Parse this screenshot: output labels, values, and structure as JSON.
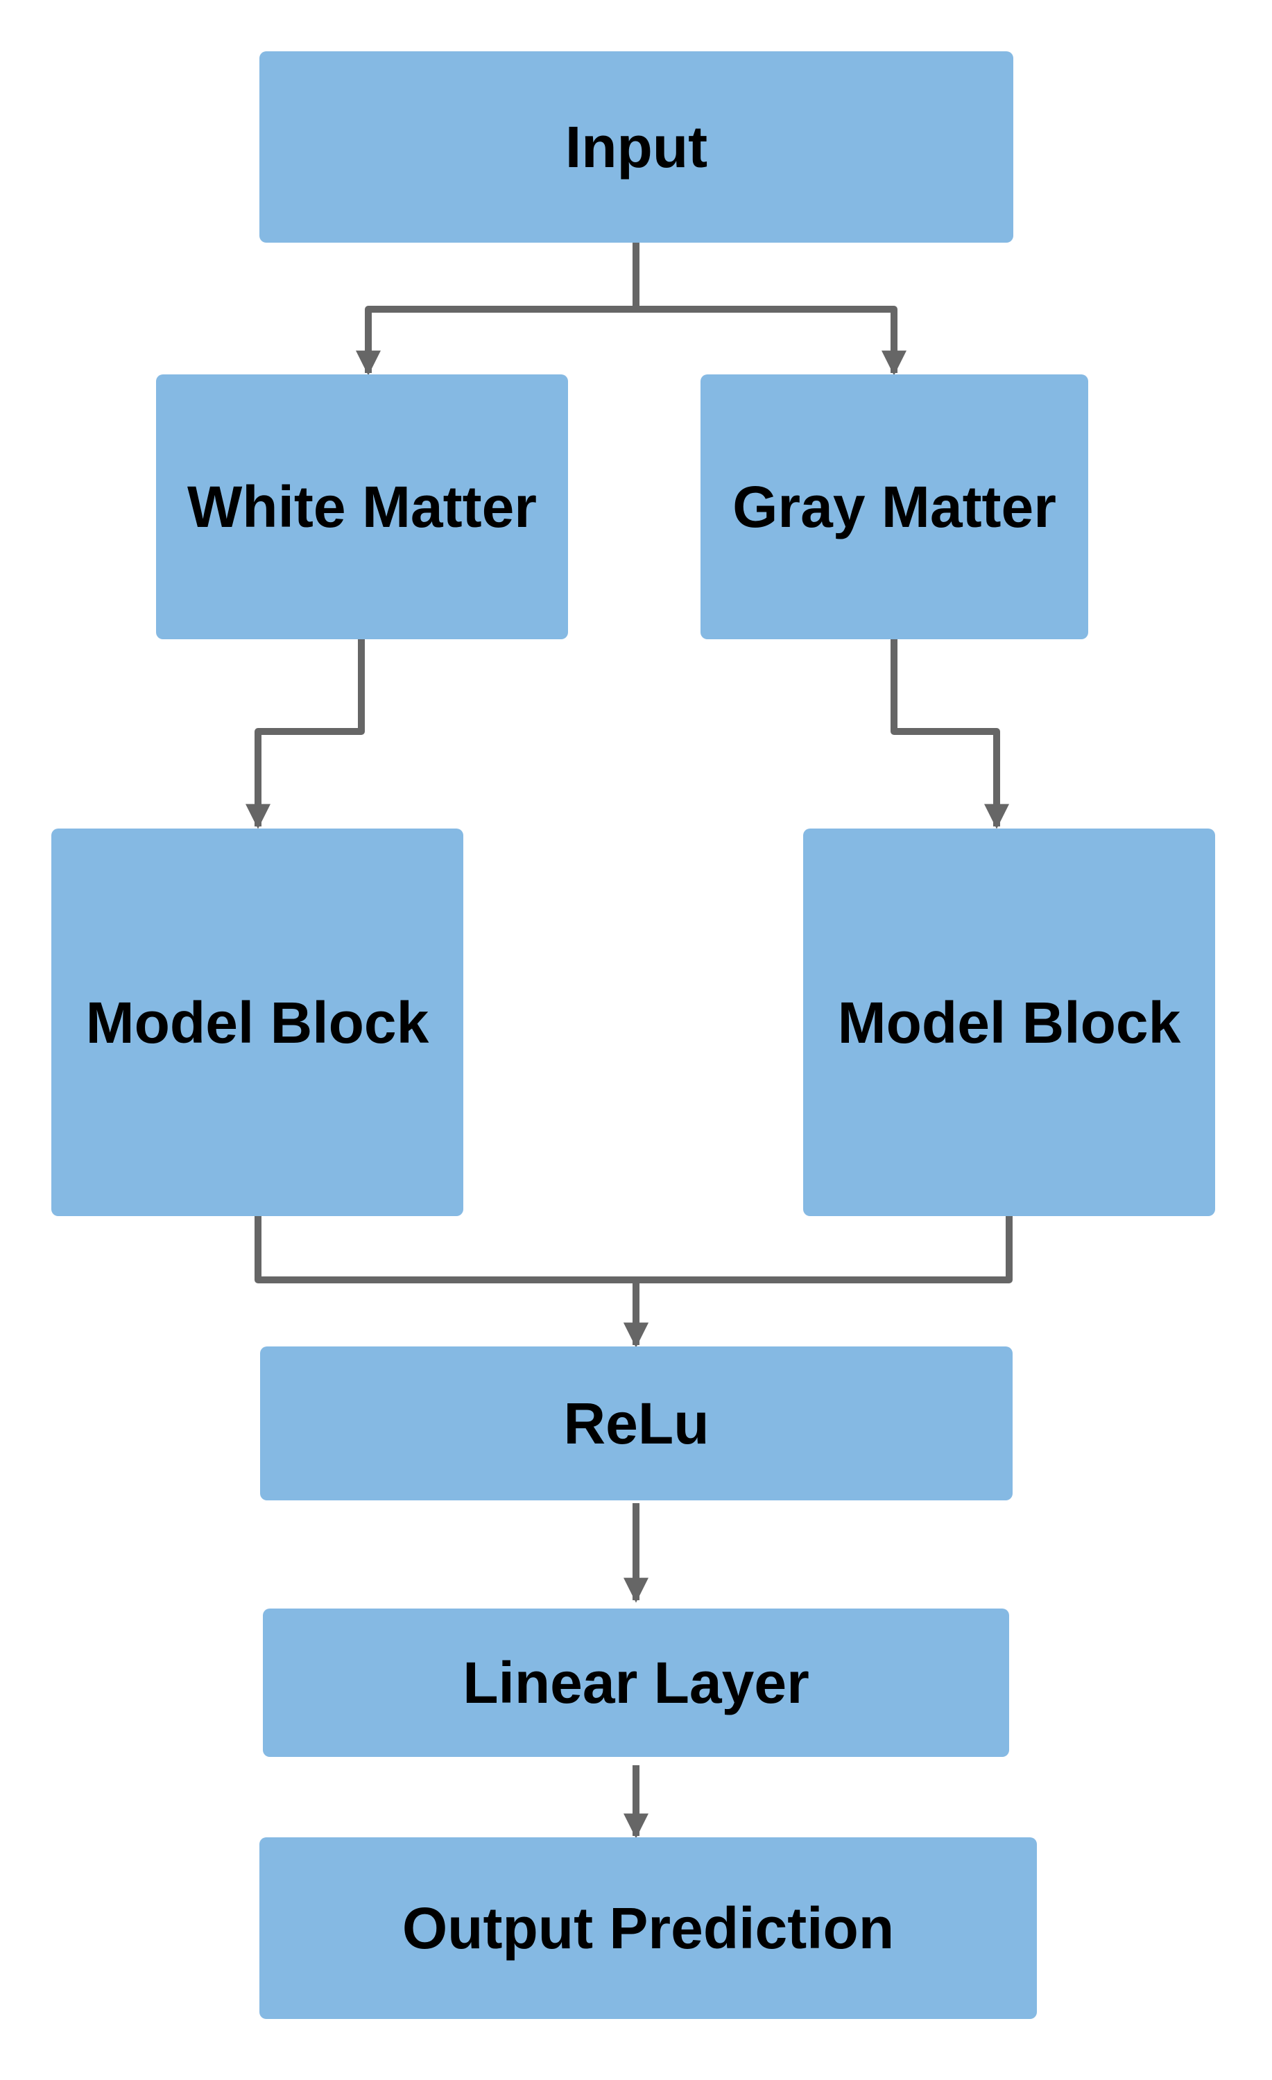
{
  "diagram": {
    "colors": {
      "node_fill": "#85B9E3",
      "connector": "#666666",
      "background": "#FFFFFF",
      "text": "#000000"
    },
    "nodes": [
      {
        "id": "input",
        "label": "Input"
      },
      {
        "id": "white-matter",
        "label": "White Matter"
      },
      {
        "id": "gray-matter",
        "label": "Gray Matter"
      },
      {
        "id": "model-block-left",
        "label": "Model Block"
      },
      {
        "id": "model-block-right",
        "label": "Model Block"
      },
      {
        "id": "relu",
        "label": "ReLu"
      },
      {
        "id": "linear-layer",
        "label": "Linear Layer"
      },
      {
        "id": "output-prediction",
        "label": "Output Prediction"
      }
    ],
    "edges": [
      {
        "from": "input",
        "to": "white-matter"
      },
      {
        "from": "input",
        "to": "gray-matter"
      },
      {
        "from": "white-matter",
        "to": "model-block-left"
      },
      {
        "from": "gray-matter",
        "to": "model-block-right"
      },
      {
        "from": "model-block-left",
        "to": "relu"
      },
      {
        "from": "model-block-right",
        "to": "relu"
      },
      {
        "from": "relu",
        "to": "linear-layer"
      },
      {
        "from": "linear-layer",
        "to": "output-prediction"
      }
    ]
  }
}
